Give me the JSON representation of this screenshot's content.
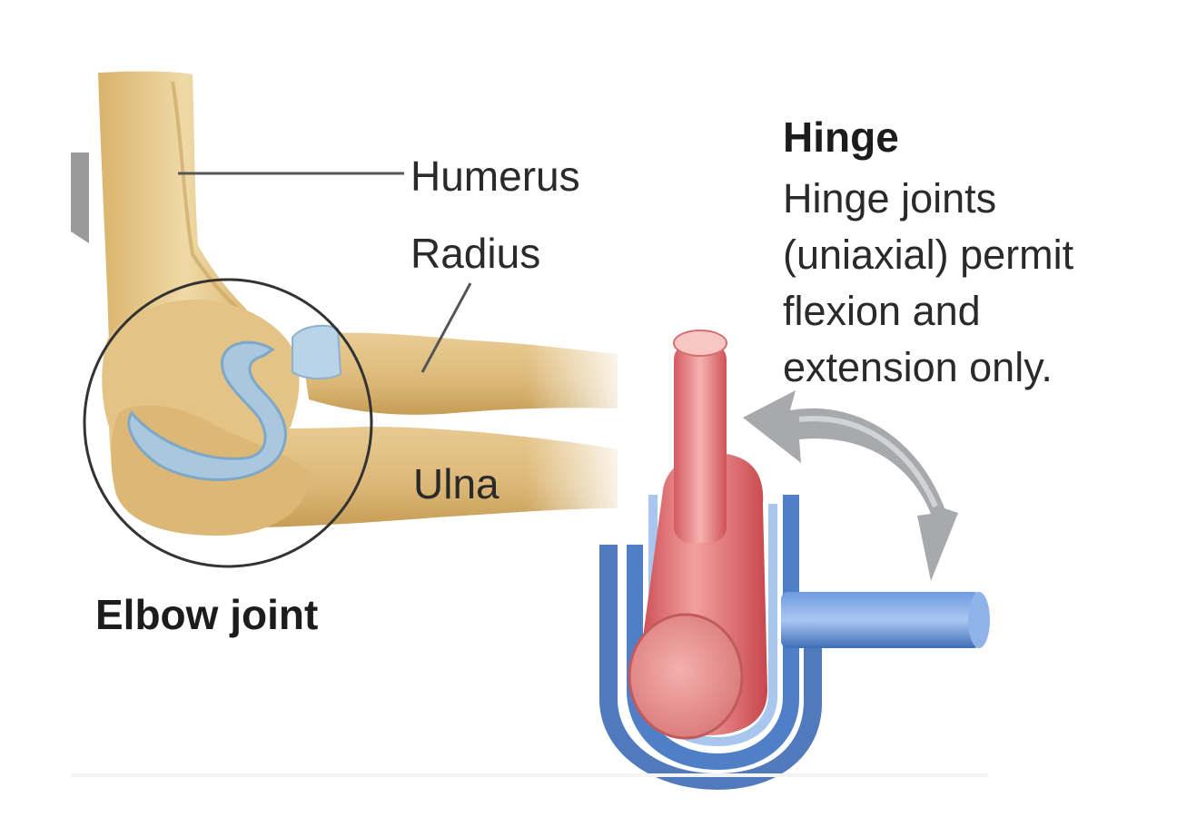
{
  "labels": {
    "humerus": "Humerus",
    "radius": "Radius",
    "ulna": "Ulna",
    "elbow_caption": "Elbow joint"
  },
  "joint_info": {
    "title": "Hinge",
    "description": "Hinge joints (uniaxial) permit flexion and extension only."
  },
  "colors": {
    "bone": "#e7c98d",
    "bone_shadow": "#c9a25a",
    "cartilage": "#a9c8df",
    "hinge_red": "#d9696c",
    "hinge_blue": "#4f7fc7",
    "arrow_gray": "#a7a9ac",
    "text": "#231f20"
  }
}
